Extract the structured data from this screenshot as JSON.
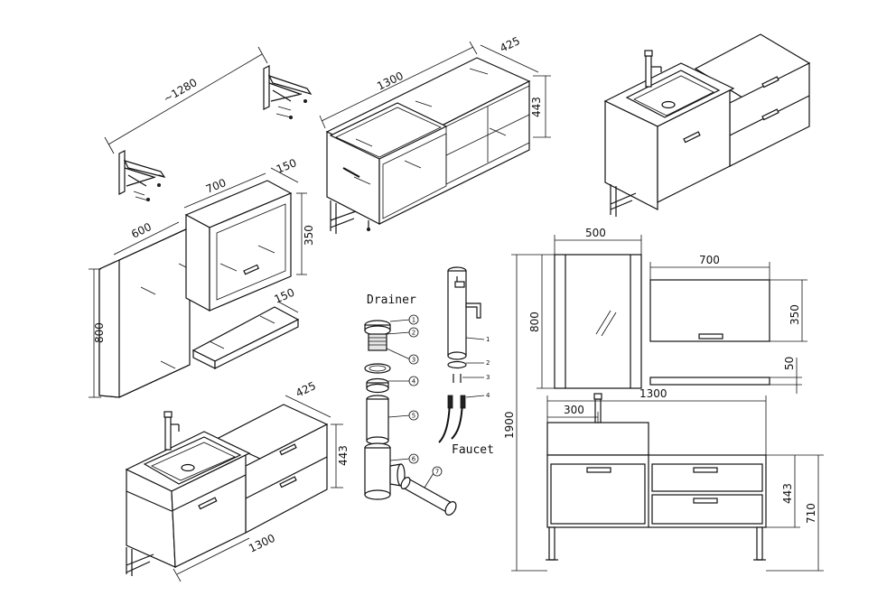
{
  "dims": {
    "bracket_span": "~1280",
    "cabinet_width": "1300",
    "cabinet_depth": "425",
    "cabinet_height": "443",
    "mirror_cab_width": "700",
    "mirror_cab_depth": "150",
    "mirror_cab_height": "350",
    "mirror_width": "600",
    "mirror_height": "800",
    "shelf_depth": "150",
    "iso2_depth": "425",
    "iso2_height": "443",
    "iso2_width": "1300",
    "front_mirror_width": "500",
    "front_mirror_height": "800",
    "front_cab_width": "700",
    "front_cab_height": "350",
    "front_shelf_height": "50",
    "front_total_height": "1900",
    "front_unit_width": "1300",
    "front_basin_offset": "300",
    "front_drawer_height": "443",
    "front_unit_height": "710"
  },
  "labels": {
    "drainer": "Drainer",
    "faucet": "Faucet"
  },
  "callouts": {
    "drainer": [
      "1",
      "2",
      "3",
      "4",
      "5",
      "6",
      "7"
    ],
    "faucet": [
      "1",
      "2",
      "3",
      "4"
    ]
  }
}
